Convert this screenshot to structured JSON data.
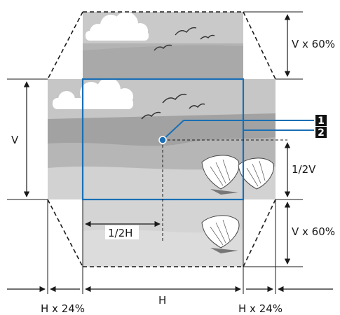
{
  "labels": {
    "top_v_percent": "V x 60%",
    "bottom_v_percent": "V x 60%",
    "v": "V",
    "half_v": "1/2V",
    "half_h": "1/2H",
    "h": "H",
    "left_h_percent": "H x 24%",
    "right_h_percent": "H x 24%"
  },
  "callouts": {
    "callout_1": "1",
    "callout_2": "2"
  },
  "colors": {
    "frame_blue": "#1a6fb5",
    "badge_black": "#111111",
    "sky_gray": "#c8c8c8",
    "land_gray": "#999999"
  }
}
